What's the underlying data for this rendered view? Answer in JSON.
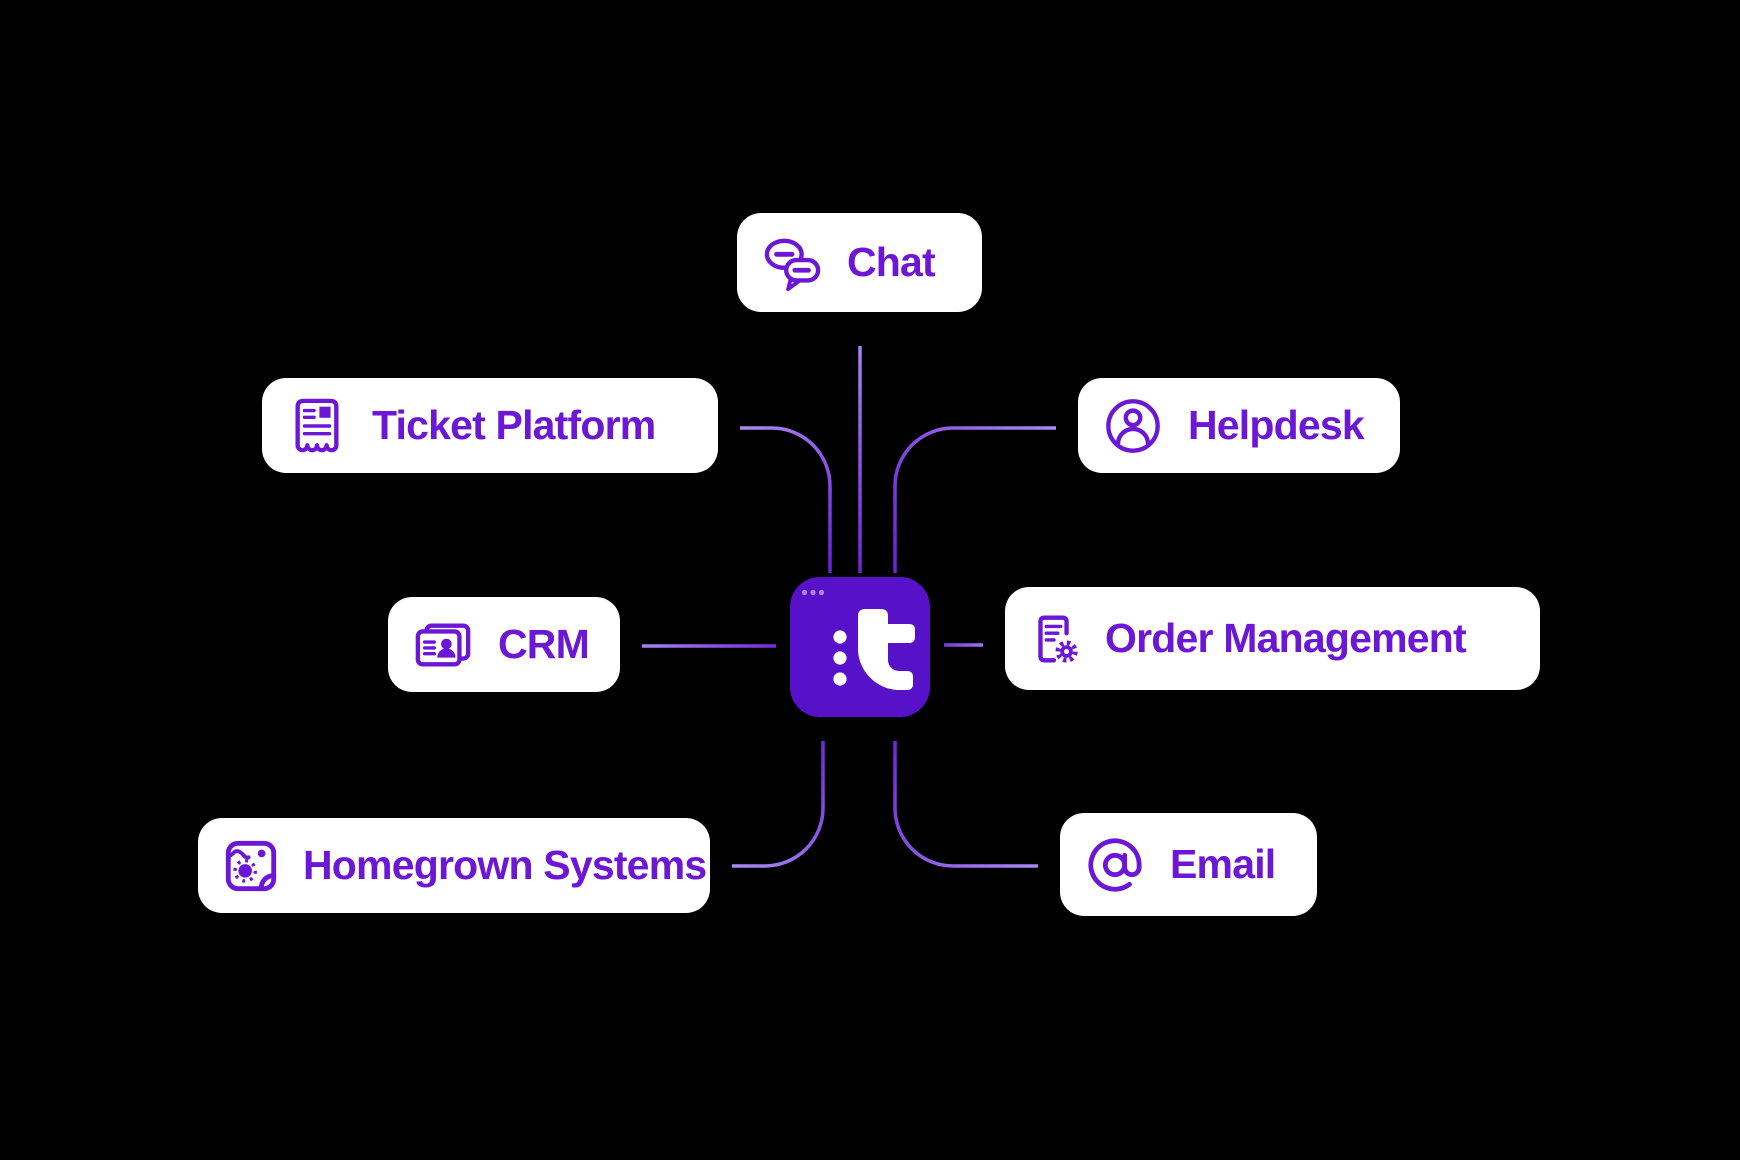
{
  "hub": {
    "name": "t-platform-hub",
    "logo_letter": "t",
    "window_dots_count": 3
  },
  "nodes": [
    {
      "id": "chat",
      "label": "Chat",
      "icon": "chat-bubbles-icon"
    },
    {
      "id": "ticket-platform",
      "label": "Ticket Platform",
      "icon": "receipt-ticket-icon"
    },
    {
      "id": "helpdesk",
      "label": "Helpdesk",
      "icon": "person-circle-icon"
    },
    {
      "id": "crm",
      "label": "CRM",
      "icon": "contact-card-icon"
    },
    {
      "id": "order-management",
      "label": "Order Management",
      "icon": "document-gear-icon"
    },
    {
      "id": "homegrown-systems",
      "label": "Homegrown Systems",
      "icon": "system-parts-icon"
    },
    {
      "id": "email",
      "label": "Email",
      "icon": "at-sign-icon"
    }
  ],
  "colors": {
    "background": "#000000",
    "card-bg": "#FFFFFF",
    "card-shadow": "#000000",
    "accent-text": "#6C16D6",
    "icon-stroke": "#6C16D6",
    "hub-fill": "#5712C9",
    "hub-logo": "#FFFFFF",
    "connector-light": "#AE93F3",
    "connector-dark": "#6D23D8"
  }
}
